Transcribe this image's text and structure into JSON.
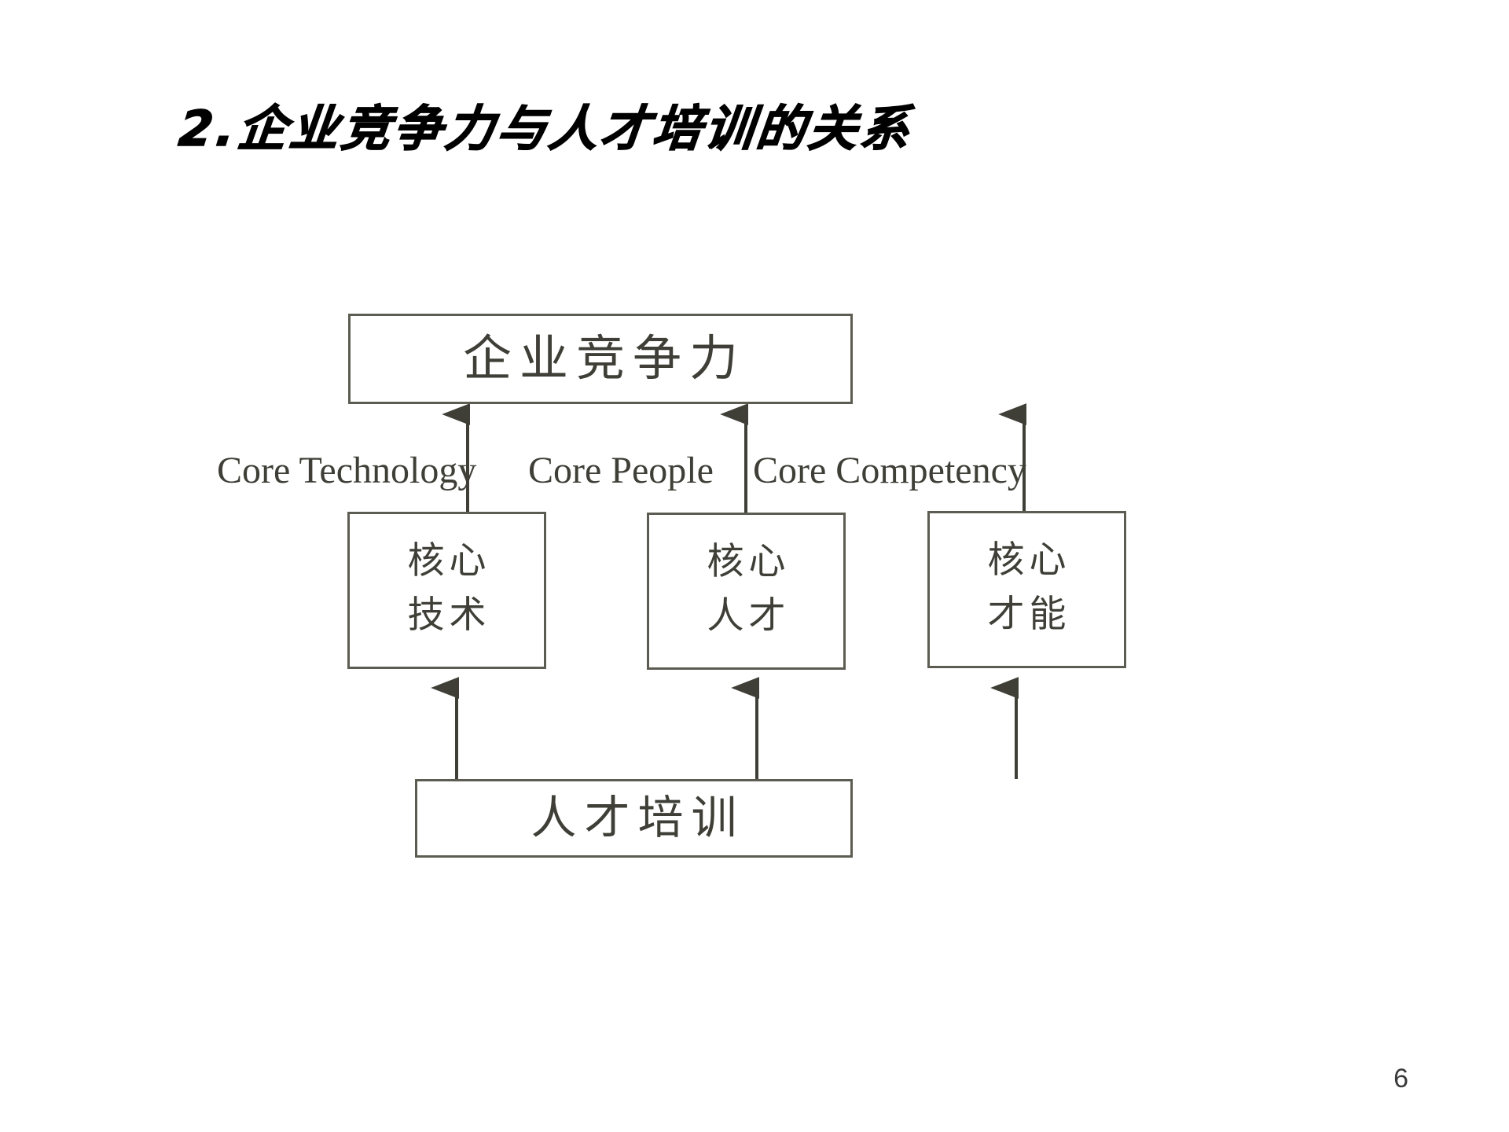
{
  "slide": {
    "title": "2.企业竞争力与人才培训的关系",
    "page_number": "6",
    "background_color": "#ffffff",
    "line_color": "#5c5c52",
    "text_color": "#3f3f38"
  },
  "diagram": {
    "top_node": {
      "text": "企业竞争力"
    },
    "middle_nodes": [
      {
        "en_label": "Core Technology",
        "line1": "核心",
        "line2": "技术"
      },
      {
        "en_label": "Core People",
        "line1": "核心",
        "line2": "人才"
      },
      {
        "en_label": "Core Competency",
        "line1": "核心",
        "line2": "才能"
      }
    ],
    "bottom_node": {
      "text": "人才培训"
    },
    "arrows": [
      {
        "from": "核心技术",
        "to": "企业竞争力"
      },
      {
        "from": "核心人才",
        "to": "企业竞争力"
      },
      {
        "from": "核心才能",
        "to": "企业竞争力"
      },
      {
        "from": "人才培训",
        "to": "核心技术"
      },
      {
        "from": "人才培训",
        "to": "核心人才"
      },
      {
        "from": "人才培训",
        "to": "核心才能"
      }
    ]
  }
}
